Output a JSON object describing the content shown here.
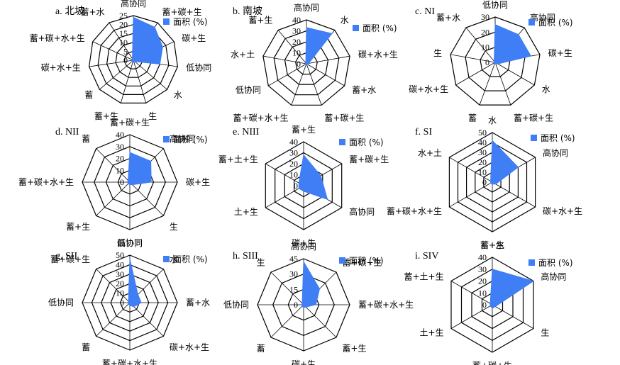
{
  "colors": {
    "series": "#3f7ef5",
    "axis": "#000000"
  },
  "chart_data": [
    {
      "type": "radar",
      "title": "a. 北坡",
      "legend": "面积 (%)",
      "ticks": [
        "0",
        "5",
        "10",
        "15",
        "20",
        "25"
      ],
      "rmax": 25,
      "categories": [
        "高协同",
        "蓄+碳+生",
        "碳+生",
        "低协同",
        "水",
        "生",
        "蓄+生",
        "蓄",
        "碳+水+生",
        "蓄+碳+水+生",
        "蓄+水"
      ],
      "values": [
        24,
        22,
        18,
        15,
        1,
        1,
        1,
        1,
        1,
        1,
        1
      ]
    },
    {
      "type": "radar",
      "title": "b. 南坡",
      "legend": "面积 (%)",
      "ticks": [
        "0",
        "10",
        "20",
        "30",
        "40"
      ],
      "rmax": 40,
      "categories": [
        "高协同",
        "水",
        "碳+水+生",
        "蓄+水",
        "蓄+碳+生",
        "蓄+碳+水+生",
        "低协同",
        "水+土",
        "蓄+生"
      ],
      "values": [
        33,
        36,
        2,
        1,
        1,
        1,
        1,
        1,
        1
      ]
    },
    {
      "type": "radar",
      "title": "c. NI",
      "legend": "面积 (%)",
      "ticks": [
        "0",
        "10",
        "20",
        "30"
      ],
      "rmax": 30,
      "categories": [
        "低协同",
        "高协同",
        "碳+生",
        "水",
        "蓄+碳+生",
        "蓄",
        "碳+水+生",
        "生",
        "蓄+水"
      ],
      "values": [
        25,
        24,
        24,
        2,
        1,
        1,
        1,
        1,
        1
      ]
    },
    {
      "type": "radar",
      "title": "d. NII",
      "legend": "面积 (%)",
      "ticks": [
        "0",
        "10",
        "20",
        "30",
        "40"
      ],
      "rmax": 40,
      "categories": [
        "蓄+碳+生",
        "高协同",
        "碳+生",
        "生",
        "低协同",
        "蓄+生",
        "蓄+碳+水+生",
        "蓄"
      ],
      "values": [
        25,
        25,
        18,
        3,
        2,
        2,
        2,
        2
      ]
    },
    {
      "type": "radar",
      "title": "e. NIII",
      "legend": "面积 (%)",
      "ticks": [
        "0",
        "10",
        "20",
        "30",
        "40"
      ],
      "rmax": 40,
      "categories": [
        "蓄+生",
        "蓄+碳+生",
        "高协同",
        "碳+生",
        "土+生",
        "蓄+土+生"
      ],
      "values": [
        28,
        18,
        25,
        5,
        5,
        5
      ]
    },
    {
      "type": "radar",
      "title": "f. SI",
      "legend": "面积 (%)",
      "ticks": [
        "0",
        "10",
        "20",
        "30",
        "40",
        "50"
      ],
      "rmax": 50,
      "categories": [
        "水",
        "高协同",
        "碳+水+生",
        "蓄+水",
        "蓄+碳+水+生",
        "水+土"
      ],
      "values": [
        42,
        30,
        4,
        2,
        2,
        2
      ]
    },
    {
      "type": "radar",
      "title": "g. SII",
      "legend": "面积 (%)",
      "ticks": [
        "0",
        "10",
        "20",
        "30",
        "40",
        "50"
      ],
      "rmax": 50,
      "categories": [
        "高协同",
        "水",
        "蓄+水",
        "碳+水+生",
        "蓄+碳+水+生",
        "蓄",
        "低协同",
        "蓄+碳+生"
      ],
      "values": [
        46,
        12,
        12,
        6,
        3,
        2,
        2,
        2
      ]
    },
    {
      "type": "radar",
      "title": "h. SIII",
      "legend": "面积 (%)",
      "ticks": [
        "0",
        "15",
        "30",
        "45"
      ],
      "rmax": 45,
      "categories": [
        "高协同",
        "蓄+碳+生",
        "蓄+碳+水+生",
        "蓄+生",
        "碳+生",
        "蓄",
        "低协同",
        "生"
      ],
      "values": [
        42,
        22,
        12,
        3,
        3,
        2,
        2,
        2
      ]
    },
    {
      "type": "radar",
      "title": "i. SIV",
      "legend": "面积 (%)",
      "ticks": [
        "0",
        "10",
        "20",
        "30",
        "40"
      ],
      "rmax": 40,
      "categories": [
        "蓄+生",
        "高协同",
        "生",
        "蓄+碳+生",
        "土+生",
        "蓄+土+生"
      ],
      "values": [
        30,
        40,
        3,
        3,
        2,
        2
      ]
    }
  ]
}
